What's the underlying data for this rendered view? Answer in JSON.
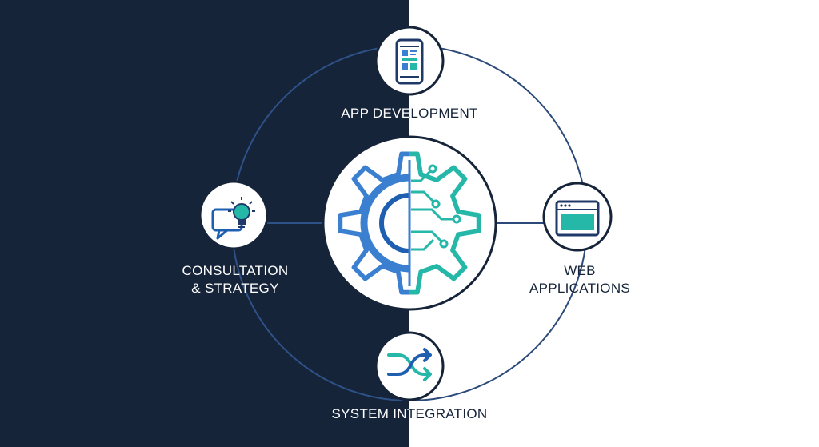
{
  "colors": {
    "dark_background": "#16243a",
    "light_background": "#ffffff",
    "ring_line": "#2b4a7a",
    "accent_blue": "#3a7fd0",
    "accent_teal": "#25b7a8",
    "icon_navy": "#1f3a68",
    "node_fill": "#ffffff"
  },
  "center": {
    "icon": "gear-circuit-icon"
  },
  "nodes": {
    "top": {
      "label": "APP DEVELOPMENT",
      "icon": "smartphone-icon"
    },
    "left": {
      "label_line1": "CONSULTATION",
      "label_line2": "& STRATEGY",
      "icon": "chat-lightbulb-icon"
    },
    "right": {
      "label_line1": "WEB",
      "label_line2": "APPLICATIONS",
      "icon": "browser-window-icon"
    },
    "bottom": {
      "label": "SYSTEM INTEGRATION",
      "icon": "shuffle-arrows-icon"
    }
  }
}
